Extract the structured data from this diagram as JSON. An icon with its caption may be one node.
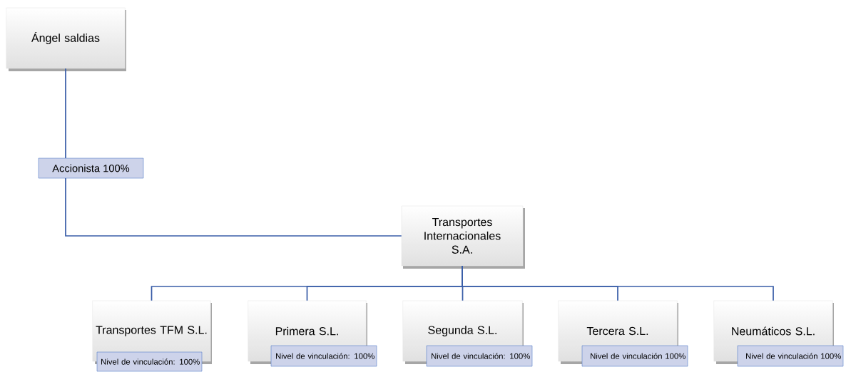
{
  "diagram": {
    "nodes": [
      {
        "text": [
          "Ángel saldias"
        ]
      },
      {
        "text": [
          "Transportes Internacionales S.A."
        ]
      },
      {
        "text": [
          "Transportes TFM S.L.",
          "Nivel de vinculación: 100%"
        ]
      },
      {
        "text": [
          "Primera S.L.",
          "Nivel de vinculación: 100%"
        ]
      },
      {
        "text": [
          "Segunda S.L.",
          "Nivel de vinculación: 100%"
        ]
      },
      {
        "text": [
          "Tercera S.L.",
          "Nivel de vinculación 100%"
        ]
      },
      {
        "text": [
          "Neumáticos S.L.",
          "Nivel de vinculación 100%"
        ]
      }
    ],
    "edges": [
      {
        "from": 0,
        "to": 1,
        "arrow": "none",
        "label": "Accionista 100%"
      },
      {
        "from": 1,
        "to": 2,
        "arrow": "none"
      },
      {
        "from": 1,
        "to": 3,
        "arrow": "none"
      },
      {
        "from": 1,
        "to": 4,
        "arrow": "none"
      },
      {
        "from": 1,
        "to": 5,
        "arrow": "none"
      },
      {
        "from": 1,
        "to": 6,
        "arrow": "none"
      }
    ]
  }
}
